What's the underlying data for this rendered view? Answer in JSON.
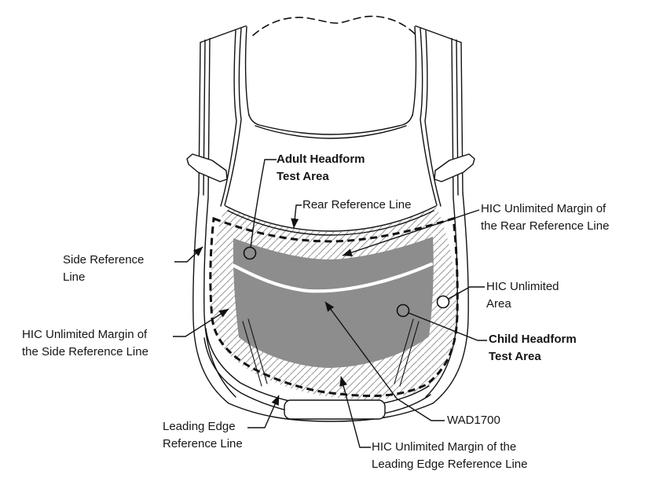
{
  "diagram": {
    "labels": {
      "adult_headform": {
        "line1": "Adult Headform",
        "line2": "Test Area"
      },
      "rear_reference_line": {
        "line1": "Rear Reference Line"
      },
      "hic_margin_rear": {
        "line1": "HIC Unlimited Margin of",
        "line2": "the Rear Reference Line"
      },
      "side_reference_line": {
        "line1": "Side Reference",
        "line2": "Line"
      },
      "hic_margin_side": {
        "line1": "HIC Unlimited Margin of",
        "line2": "the Side Reference Line"
      },
      "hic_unlimited_area": {
        "line1": "HIC Unlimited",
        "line2": "Area"
      },
      "child_headform": {
        "line1": "Child Headform",
        "line2": "Test Area"
      },
      "leading_edge_reference_line": {
        "line1": "Leading Edge",
        "line2": "Reference Line"
      },
      "wad1700": {
        "line1": "WAD1700"
      },
      "hic_margin_leading_edge": {
        "line1": "HIC Unlimited Margin of the",
        "line2": "Leading Edge Reference Line"
      }
    },
    "colors": {
      "outline": "#111111",
      "test_area_fill": "#8d8d8d",
      "hatch_line": "#9a9a9a",
      "wad_line": "#ffffff",
      "background": "#ffffff"
    }
  }
}
